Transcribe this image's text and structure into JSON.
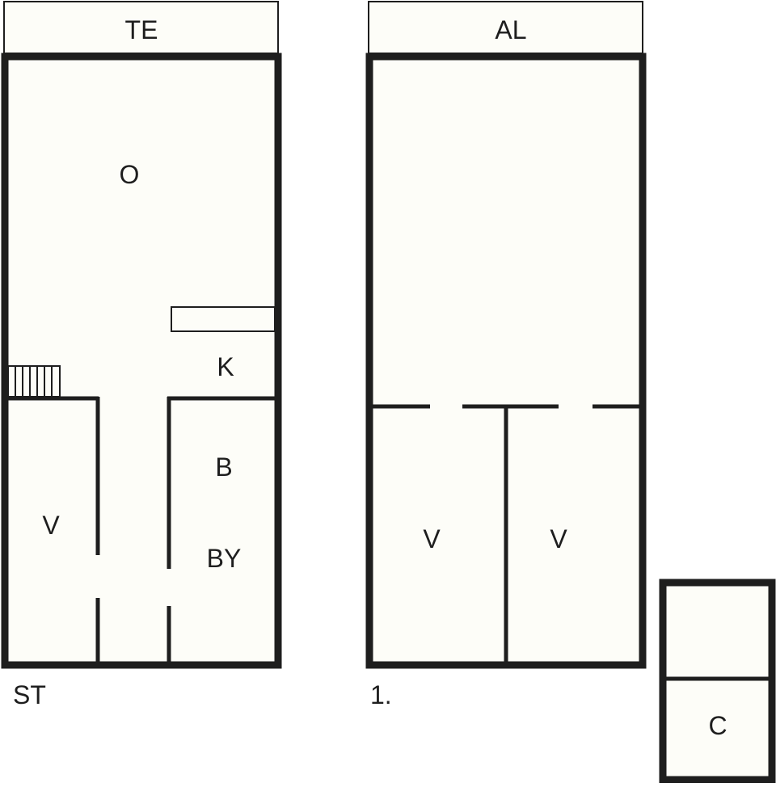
{
  "colors": {
    "wall": "#1e1e1e",
    "fill": "#fdfdf8",
    "background": "#ffffff"
  },
  "floors": [
    {
      "id": "ground",
      "caption": "ST",
      "balcony_label": "TE",
      "rooms": [
        {
          "label": "O"
        },
        {
          "label": "K"
        },
        {
          "label": "B"
        },
        {
          "label": "BY"
        },
        {
          "label": "V"
        }
      ]
    },
    {
      "id": "first",
      "caption": "1.",
      "balcony_label": "AL",
      "rooms": [
        {
          "label": "V"
        },
        {
          "label": "V"
        }
      ]
    }
  ],
  "annex": {
    "rooms": [
      {
        "label": ""
      },
      {
        "label": "C"
      }
    ]
  }
}
